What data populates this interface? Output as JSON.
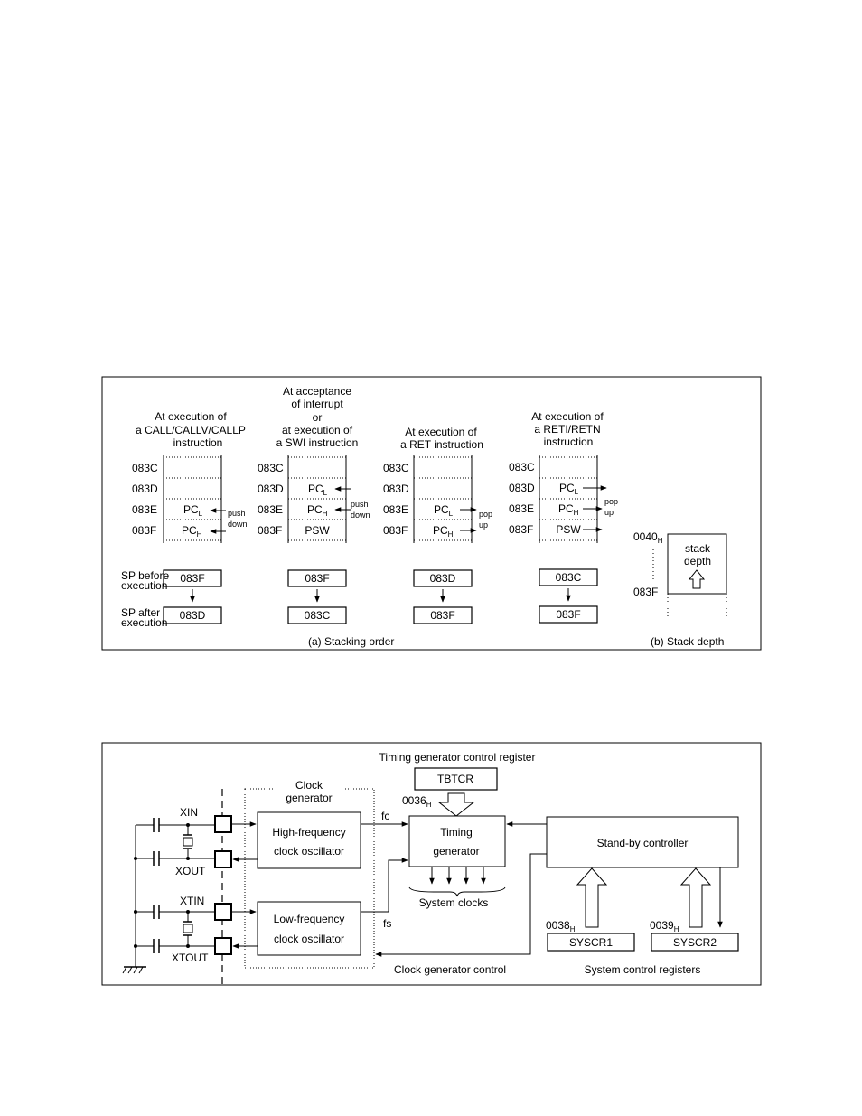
{
  "stack": {
    "col1": {
      "title": [
        "At execution of",
        "a CALL/CALLV/CALLP",
        "instruction"
      ],
      "addr": [
        "083C",
        "083D",
        "083E",
        "083F"
      ],
      "cell_e": {
        "base": "PC",
        "sub": "L"
      },
      "cell_f": {
        "base": "PC",
        "sub": "H"
      },
      "note": [
        "push",
        "down"
      ],
      "sp_before": "083F",
      "sp_after": "083D"
    },
    "col2": {
      "title": [
        "At acceptance",
        "of interrupt",
        "or",
        "at execution of",
        "a SWI instruction"
      ],
      "addr": [
        "083C",
        "083D",
        "083E",
        "083F"
      ],
      "cell_d": {
        "base": "PC",
        "sub": "L"
      },
      "cell_e": {
        "base": "PC",
        "sub": "H"
      },
      "cell_f": "PSW",
      "note": [
        "push",
        "down"
      ],
      "sp_before": "083F",
      "sp_after": "083C"
    },
    "col3": {
      "title": [
        "At execution of",
        "a RET instruction"
      ],
      "addr": [
        "083C",
        "083D",
        "083E",
        "083F"
      ],
      "cell_e": {
        "base": "PC",
        "sub": "L"
      },
      "cell_f": {
        "base": "PC",
        "sub": "H"
      },
      "note": [
        "pop",
        "up"
      ],
      "sp_before": "083D",
      "sp_after": "083F"
    },
    "col4": {
      "title": [
        "At execution of",
        "a RETI/RETN",
        "instruction"
      ],
      "addr": [
        "083C",
        "083D",
        "083E",
        "083F"
      ],
      "cell_d": {
        "base": "PC",
        "sub": "L"
      },
      "cell_e": {
        "base": "PC",
        "sub": "H"
      },
      "cell_f": "PSW",
      "note": [
        "pop",
        "up"
      ],
      "sp_before": "083C",
      "sp_after": "083F"
    },
    "sp_before_label": [
      "SP  before",
      "execution"
    ],
    "sp_after_label": [
      "SP after",
      "execution"
    ],
    "depth": {
      "top_addr": {
        "base": "0040",
        "sub": "H"
      },
      "bottom_addr": "083F",
      "box_text": [
        "stack",
        "depth"
      ]
    },
    "caption_a": "(a)    Stacking order",
    "caption_b": "(b)    Stack depth"
  },
  "clock": {
    "tg_reg_title": "Timing generator control register",
    "tbtcr": "TBTCR",
    "tbtcr_addr": {
      "base": "0036",
      "sub": "H"
    },
    "clock_gen_label": [
      "Clock",
      "generator"
    ],
    "pins": [
      "XIN",
      "XOUT",
      "XTIN",
      "XTOUT"
    ],
    "hf_osc": [
      "High-frequency",
      "clock oscillator"
    ],
    "lf_osc": [
      "Low-frequency",
      "clock oscillator"
    ],
    "fc": "fc",
    "fs": "fs",
    "timing_gen": [
      "Timing",
      "generator"
    ],
    "system_clocks": "System clocks",
    "standby": "Stand-by controller",
    "sysreg1_addr": {
      "base": "0038",
      "sub": "H"
    },
    "sysreg2_addr": {
      "base": "0039",
      "sub": "H"
    },
    "sysreg1": "SYSCR1",
    "sysreg2": "SYSCR2",
    "cg_control": "Clock  generator control",
    "sys_ctrl_regs": "System control registers"
  }
}
